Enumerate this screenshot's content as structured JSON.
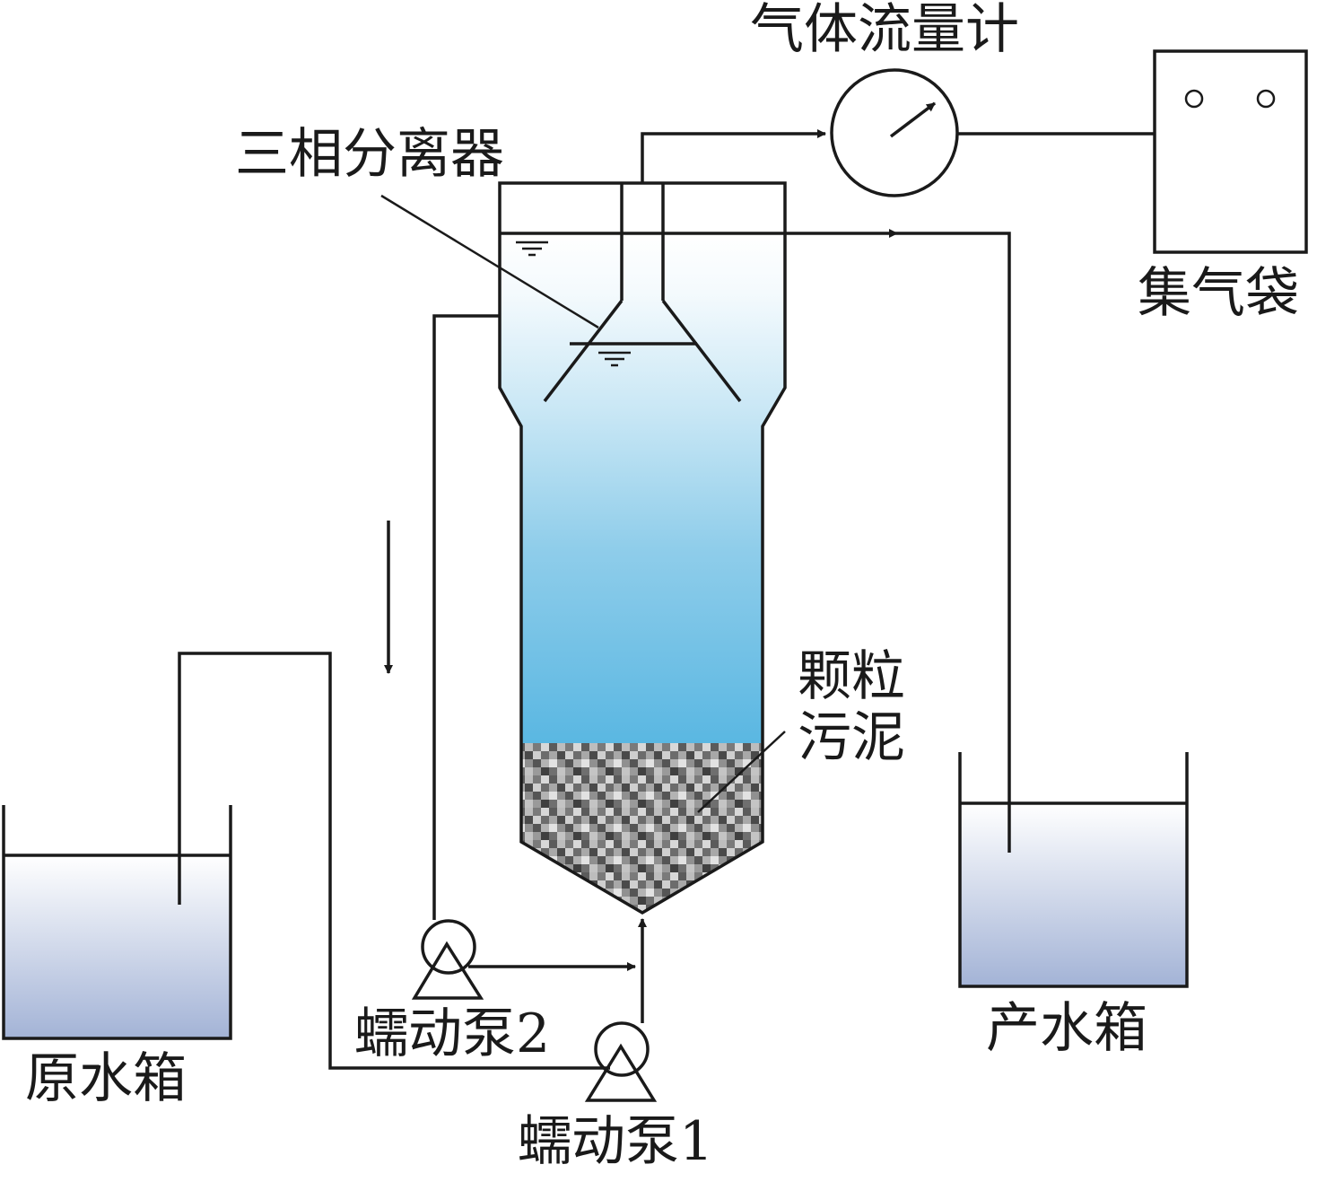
{
  "labels": {
    "gas_meter": "气体流量计",
    "separator": "三相分离器",
    "gas_bag": "集气袋",
    "granular_sludge_line1": "颗粒",
    "granular_sludge_line2": "污泥",
    "raw_tank": "原水箱",
    "product_tank": "产水箱",
    "pump1": "蠕动泵1",
    "pump2": "蠕动泵2"
  },
  "colors": {
    "reactor_top": "#ffffff",
    "reactor_mid": "#9dd3ec",
    "reactor_bottom": "#5ab7e2",
    "tank_top": "#ffffff",
    "tank_bottom": "#a3b3d6",
    "line": "#1a1a1a"
  },
  "icons": {
    "gas_meter": "gauge-icon",
    "gas_bag": "gas-bag-icon",
    "pump": "peristaltic-pump-icon",
    "water_level": "water-level-icon",
    "flow_arrow": "arrow-icon"
  }
}
